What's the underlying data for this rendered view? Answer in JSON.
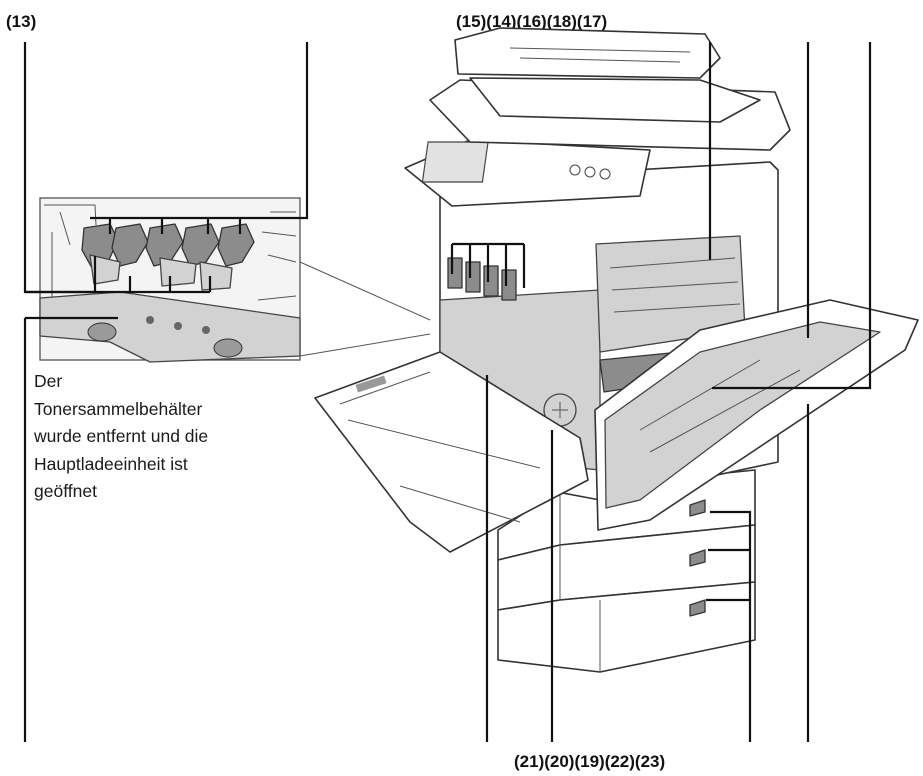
{
  "labels": {
    "l13": "(13)",
    "top_group": "(15)(14)(16)(18)(17)",
    "bottom_group": "(21)(20)(19)(22)(23)"
  },
  "caption": {
    "line1": "Der",
    "line2": "Tonersammelbehälter",
    "line3": "wurde entfernt und die",
    "line4": "Hauptladeeinheit ist",
    "line5": "geöffnet"
  }
}
